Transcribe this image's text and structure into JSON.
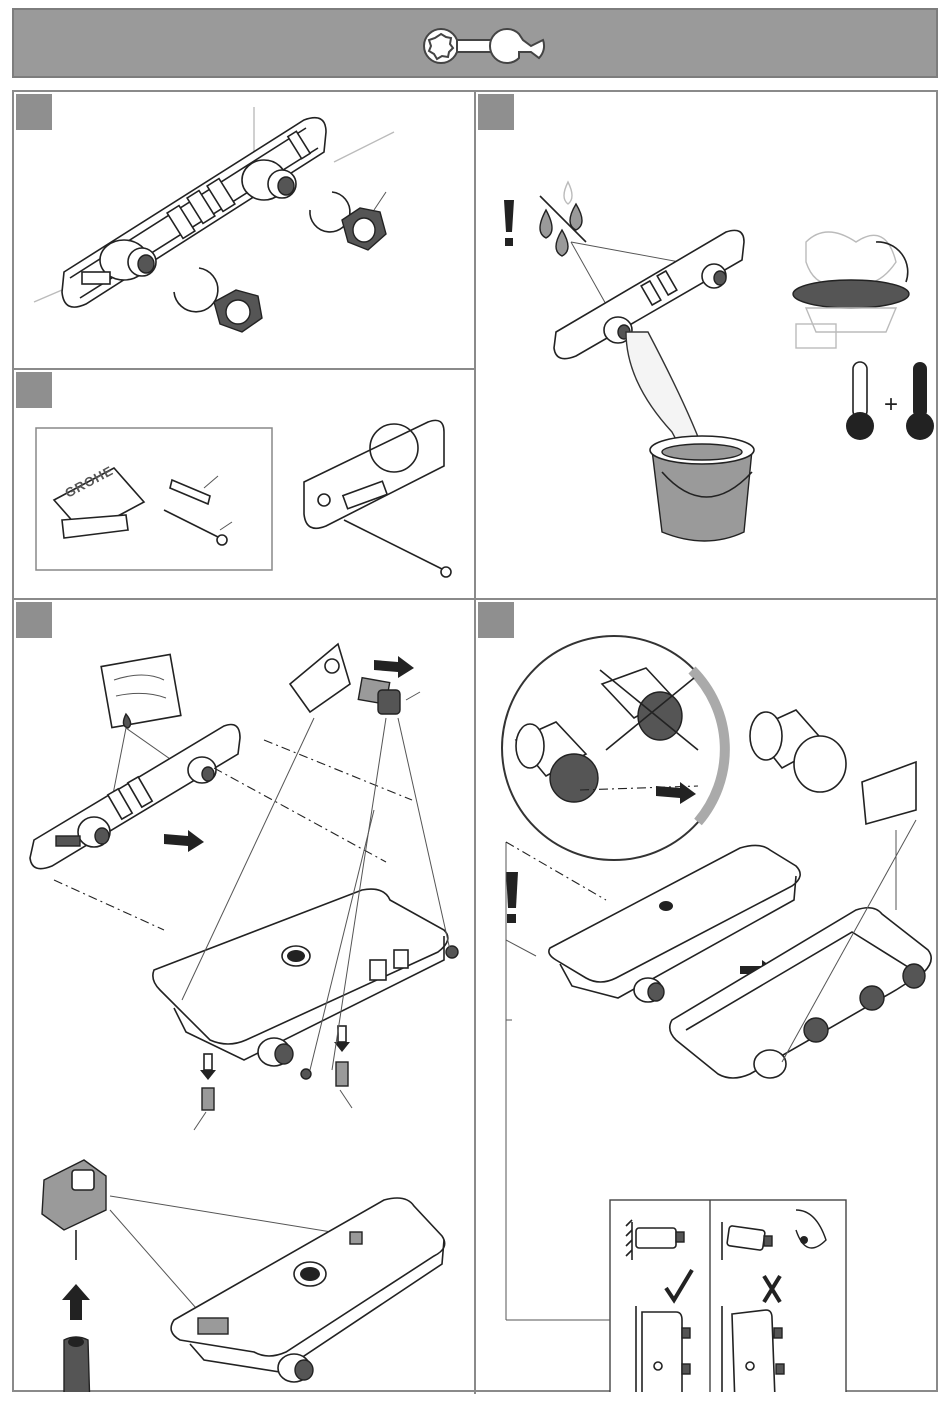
{
  "header": {
    "icon": "wrench-icon",
    "background": "#9a9a9a"
  },
  "panels": [
    {
      "id": "step-1",
      "badge": "grey-step-badge"
    },
    {
      "id": "step-2",
      "badge": "grey-step-badge"
    },
    {
      "id": "step-3",
      "badge": "grey-step-badge"
    },
    {
      "id": "step-4",
      "badge": "grey-step-badge"
    },
    {
      "id": "step-5",
      "badge": "grey-step-badge"
    }
  ],
  "brand_logo": "GROHE",
  "symbols": {
    "warning": "exclamation-icon",
    "correct": "check-mark-icon",
    "wrong": "cross-mark-icon",
    "plus": "+"
  },
  "colors": {
    "line": "#222222",
    "shade": "#9a9a9a",
    "border": "#8a8a8a"
  }
}
